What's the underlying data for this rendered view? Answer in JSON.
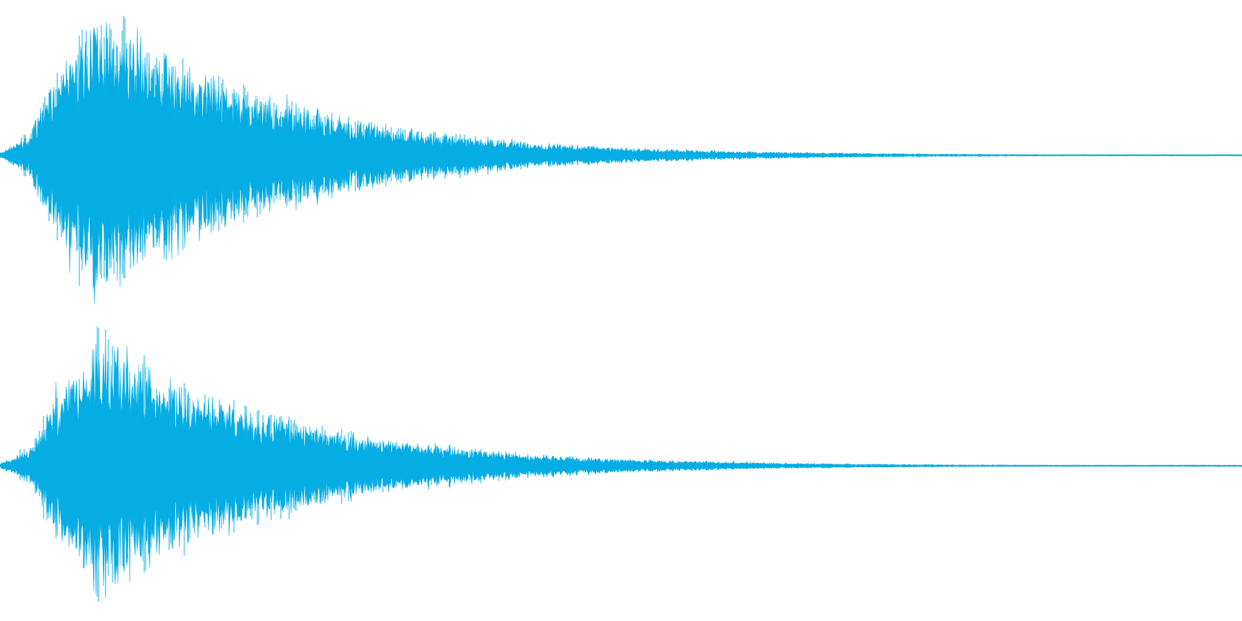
{
  "waveform": {
    "color": "#06ade4",
    "background": "#ffffff",
    "channels": [
      {
        "name": "left",
        "peak": 0.98
      },
      {
        "name": "right",
        "peak": 0.88
      }
    ],
    "envelope": {
      "onset_fraction": 0.025,
      "peak_fraction": 0.08,
      "decay_end_fraction": 0.6
    }
  }
}
